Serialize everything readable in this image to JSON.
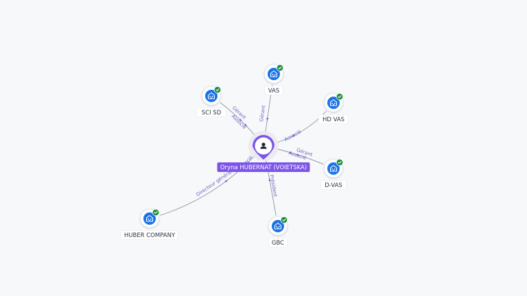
{
  "colors": {
    "background": "#f7f8fa",
    "company_icon": "#1a73e8",
    "verified_badge": "#1e8e3e",
    "person_accent": "#7c55e8",
    "edge": "#8a93a3",
    "edge_label": "#6d64c8"
  },
  "person": {
    "name": "Oryna HUBERNAT (VOIETSKA)",
    "icon": "person-icon"
  },
  "companies": [
    {
      "id": "vas",
      "name": "VAS",
      "icon": "building-icon",
      "verified": true
    },
    {
      "id": "sci-sd",
      "name": "SCI SD",
      "icon": "building-icon",
      "verified": true
    },
    {
      "id": "hd-vas",
      "name": "HD VAS",
      "icon": "building-icon",
      "verified": true
    },
    {
      "id": "d-vas",
      "name": "D-VAS",
      "icon": "building-icon",
      "verified": true
    },
    {
      "id": "gbc",
      "name": "GBC",
      "icon": "building-icon",
      "verified": true
    },
    {
      "id": "huber-company",
      "name": "HUBER COMPANY",
      "icon": "building-icon",
      "verified": true
    }
  ],
  "relations": [
    {
      "to": "vas",
      "labels": [
        "Gérant"
      ]
    },
    {
      "to": "sci-sd",
      "labels": [
        "Gérant",
        "Associé"
      ]
    },
    {
      "to": "hd-vas",
      "labels": [
        "Associé"
      ]
    },
    {
      "to": "d-vas",
      "labels": [
        "Gérant",
        "Associé"
      ]
    },
    {
      "to": "gbc",
      "labels": [
        "Président"
      ]
    },
    {
      "to": "huber-company",
      "labels": [
        "Directeur général",
        "Associé"
      ]
    }
  ]
}
